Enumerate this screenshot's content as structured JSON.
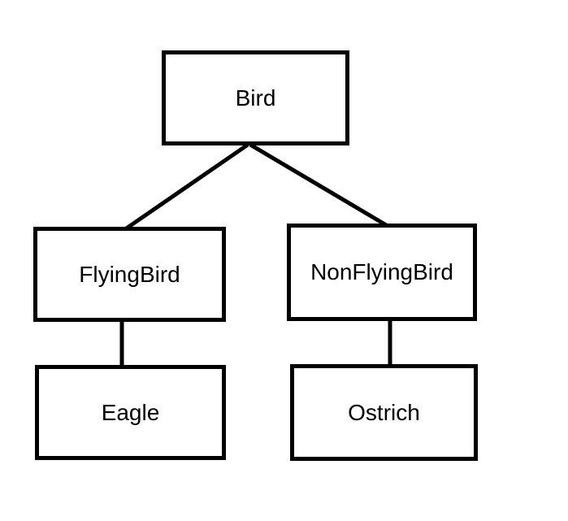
{
  "diagram": {
    "background_color": "#ffffff",
    "box_border_color": "#000000",
    "text_color": "#000000",
    "nodes": {
      "bird": {
        "label": "Bird"
      },
      "flyingbird": {
        "label": "FlyingBird"
      },
      "nonflyingbird": {
        "label": "NonFlyingBird"
      },
      "eagle": {
        "label": "Eagle"
      },
      "ostrich": {
        "label": "Ostrich"
      }
    },
    "edges": [
      {
        "from": "Bird",
        "to": "FlyingBird"
      },
      {
        "from": "Bird",
        "to": "NonFlyingBird"
      },
      {
        "from": "FlyingBird",
        "to": "Eagle"
      },
      {
        "from": "NonFlyingBird",
        "to": "Ostrich"
      }
    ]
  }
}
